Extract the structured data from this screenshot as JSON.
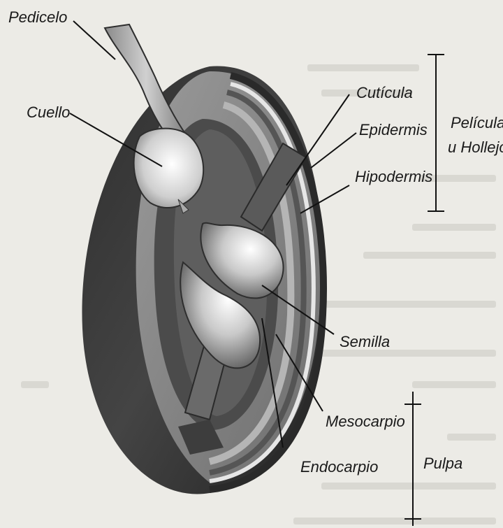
{
  "labels": {
    "pedicelo": "Pedicelo",
    "cuello": "Cuello",
    "cuticula": "Cutícula",
    "epidermis": "Epidermis",
    "hipodermis": "Hipodermis",
    "pelicula_line1": "Película",
    "pelicula_line2": "u Hollejo",
    "semilla": "Semilla",
    "mesocarpio": "Mesocarpio",
    "endocarpio": "Endocarpio",
    "pulpa": "Pulpa"
  },
  "colors": {
    "background": "#ecebe6",
    "outer_skin": "#3a3a3a",
    "cut_face": "#8c8c8c",
    "inner_cavity": "#4a4a4a",
    "seed": "#d8d8d8"
  }
}
